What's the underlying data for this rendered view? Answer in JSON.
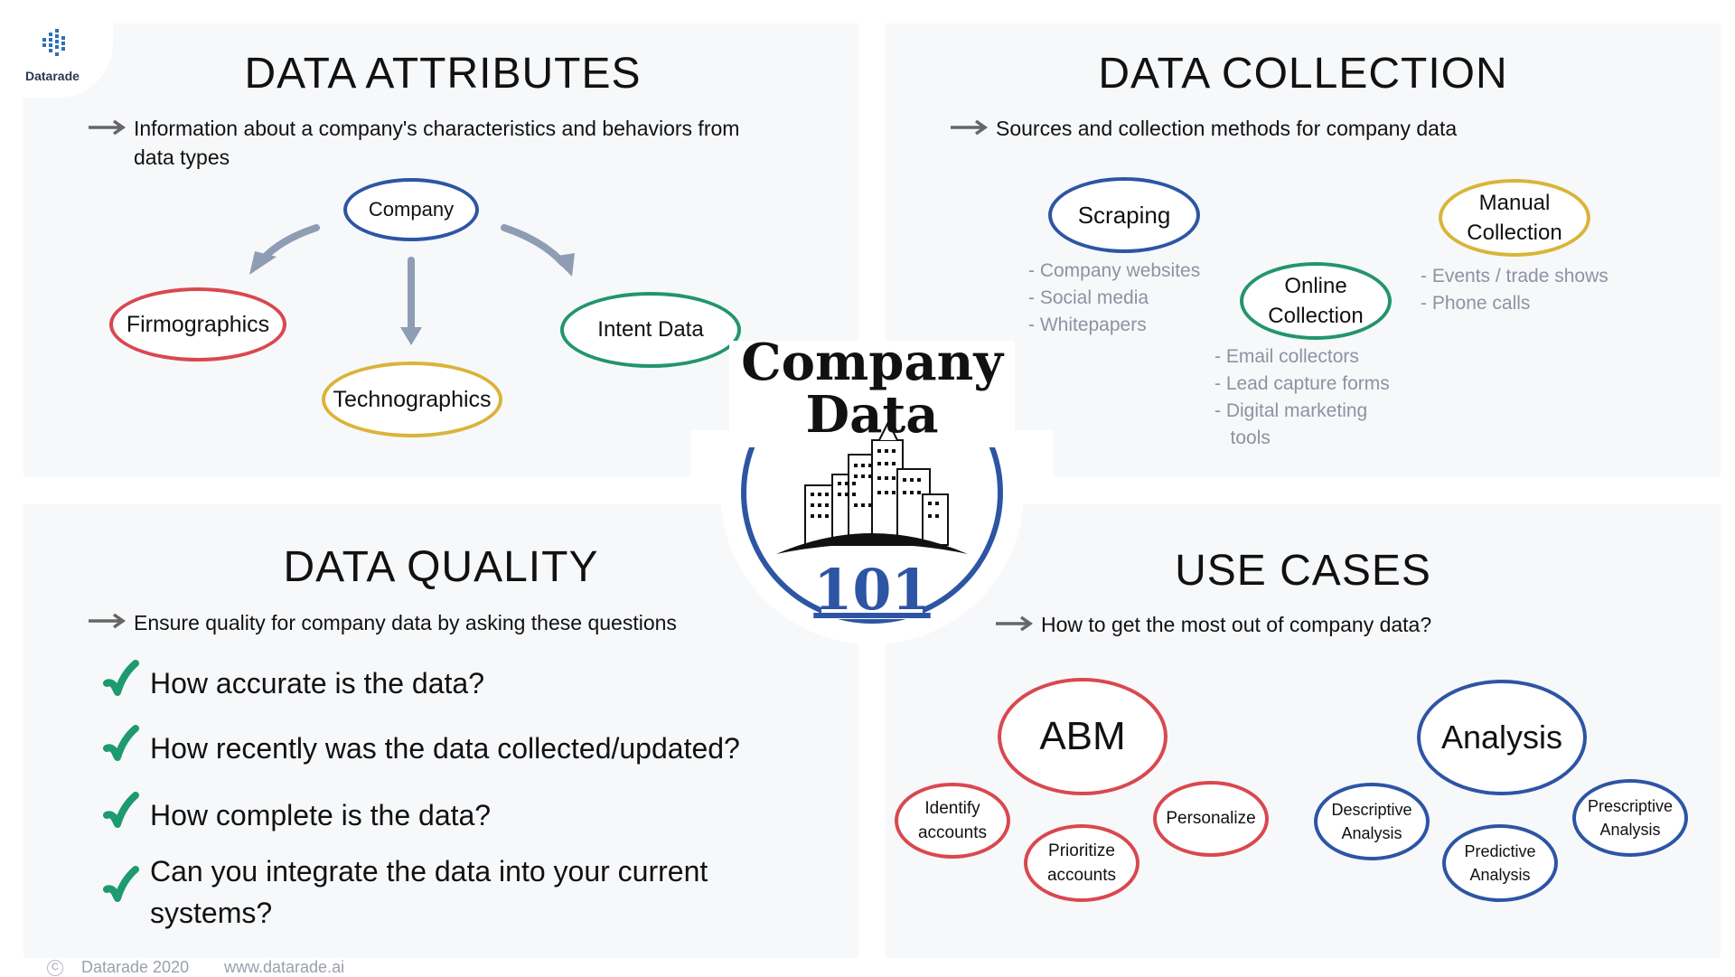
{
  "logo": {
    "name": "Datarade"
  },
  "center": {
    "line1": "Company",
    "line2": "Data",
    "number": "101"
  },
  "attributes": {
    "title": "DATA ATTRIBUTES",
    "lead_line1": "Information about a company's characteristics and behaviors from",
    "lead_line2": "data types",
    "company": "Company",
    "firmographics": "Firmographics",
    "technographics": "Technographics",
    "intent": "Intent Data"
  },
  "collection": {
    "title": "DATA COLLECTION",
    "lead": "Sources and collection methods for company data",
    "scraping": "Scraping",
    "scraping_items": "- Company websites\n- Social media\n- Whitepapers",
    "online_line1": "Online",
    "online_line2": "Collection",
    "online_items": "- Email collectors\n- Lead capture forms\n- Digital marketing\n   tools",
    "manual_line1": "Manual",
    "manual_line2": "Collection",
    "manual_items": "- Events / trade shows\n- Phone calls"
  },
  "quality": {
    "title": "DATA QUALITY",
    "lead": "Ensure quality for company data by asking these questions",
    "q1": "How accurate is the data?",
    "q2": "How recently was the data collected/updated?",
    "q3": "How complete is the data?",
    "q4_line1": "Can you integrate the data into your current",
    "q4_line2": "systems?"
  },
  "use_cases": {
    "title": "USE CASES",
    "lead": "How to get the most out of company data?",
    "abm": "ABM",
    "identify_line1": "Identify",
    "identify_line2": "accounts",
    "prioritize_line1": "Prioritize",
    "prioritize_line2": "accounts",
    "personalize": "Personalize",
    "analysis": "Analysis",
    "descriptive_line1": "Descriptive",
    "descriptive_line2": "Analysis",
    "predictive_line1": "Predictive",
    "predictive_line2": "Analysis",
    "prescriptive_line1": "Prescriptive",
    "prescriptive_line2": "Analysis"
  },
  "footer": {
    "copyright": "Datarade 2020",
    "url": "www.datarade.ai",
    "c_symbol": "C"
  },
  "colors": {
    "red": "#d9484f",
    "blue": "#2d55a4",
    "green": "#22956b",
    "yellow": "#d9b438",
    "panel": "#f7f8fa",
    "check": "#1e9a70"
  }
}
